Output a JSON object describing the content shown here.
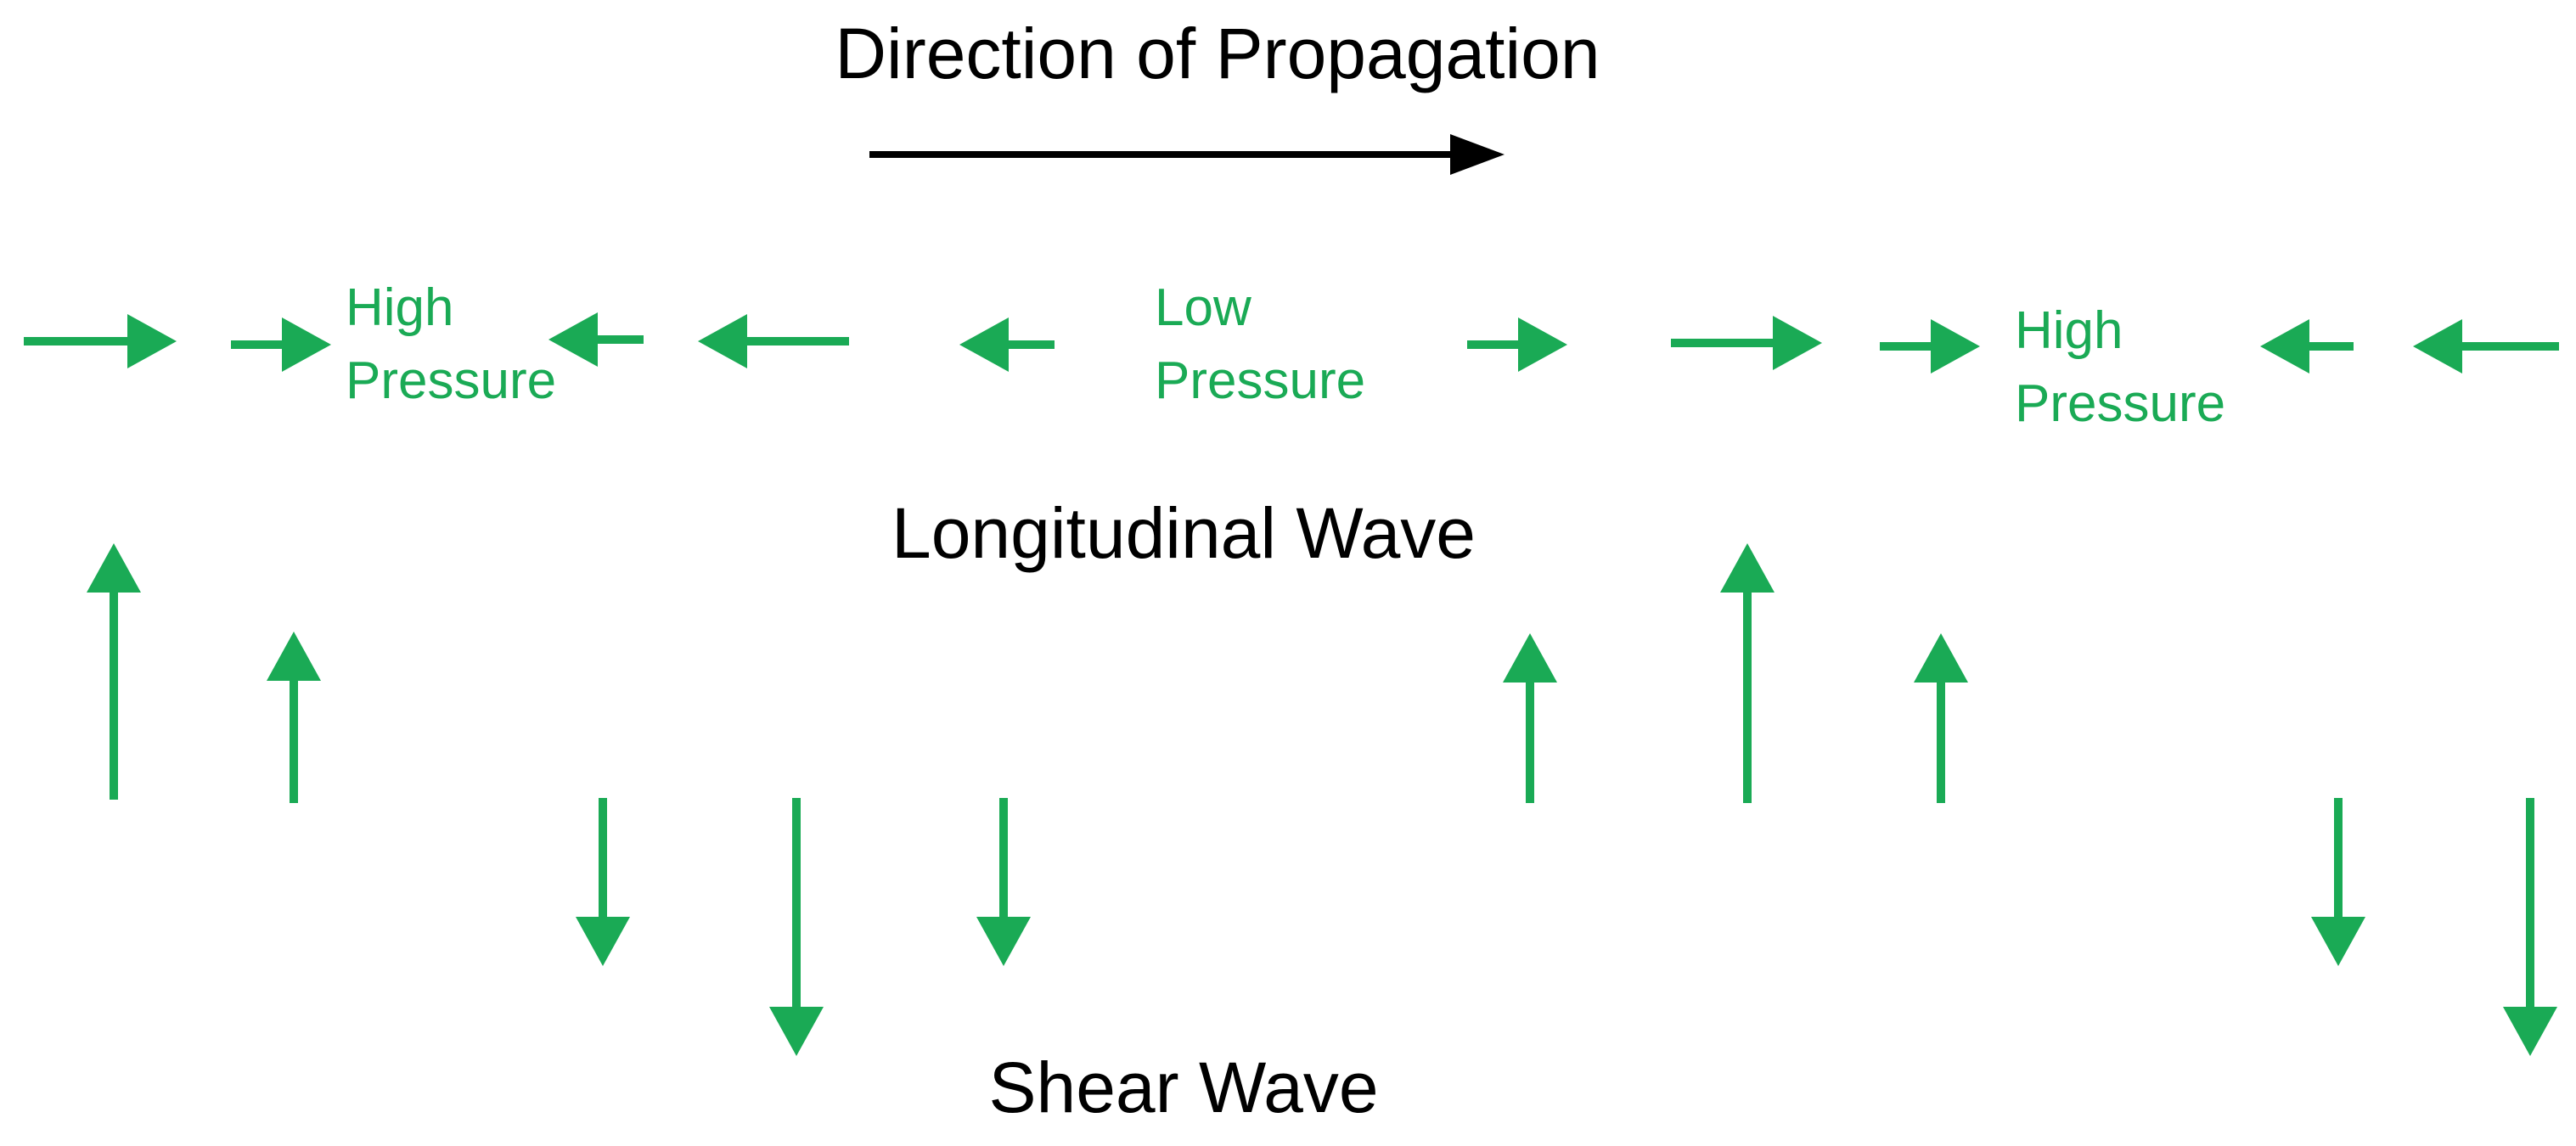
{
  "title": "Direction of Propagation",
  "longitudinal": {
    "caption": "Longitudinal Wave",
    "labels": [
      {
        "line1": "High",
        "line2": "Pressure"
      },
      {
        "line1": "Low",
        "line2": "Pressure"
      },
      {
        "line1": "High",
        "line2": "Pressure"
      }
    ]
  },
  "shear": {
    "caption": "Shear Wave"
  },
  "colors": {
    "arrow_green": "#1aaa55",
    "propagation_arrow": "#000000",
    "text": "#000000"
  }
}
